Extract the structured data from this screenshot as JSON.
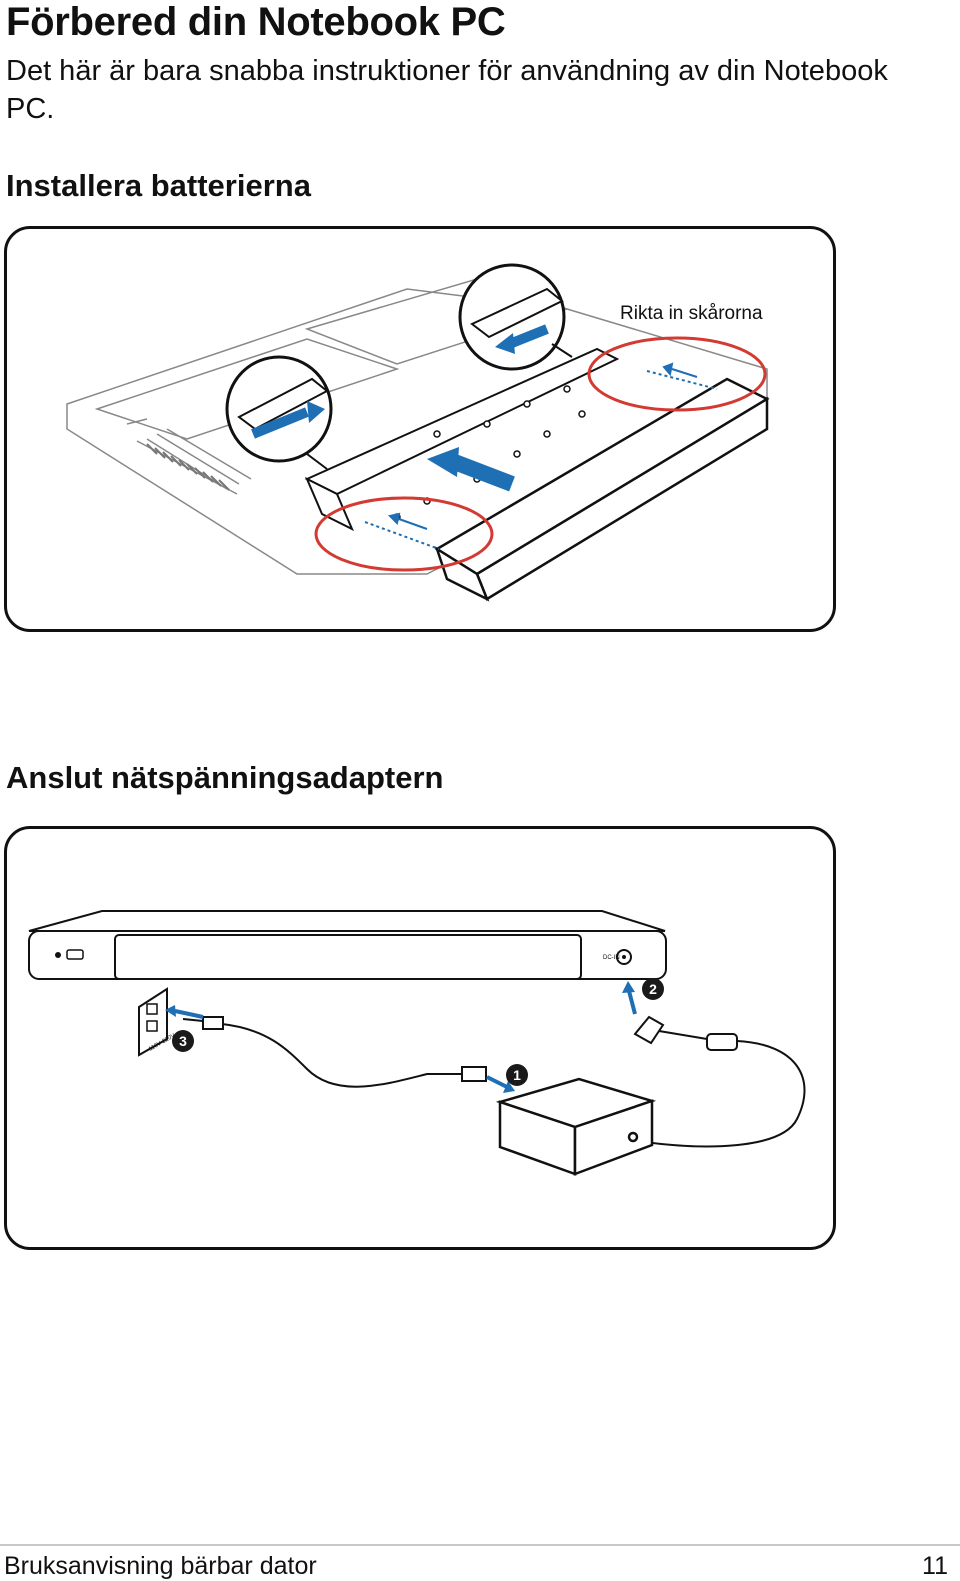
{
  "page": {
    "title": "Förbered din Notebook PC",
    "intro": "Det här är bara snabba instruktioner för användning av din Notebook PC."
  },
  "battery_section": {
    "title": "Installera batterierna",
    "callout": "Rikta in skårorna"
  },
  "adapter_section": {
    "title": "Anslut nätspänningsadaptern",
    "steps": [
      "1",
      "2",
      "3"
    ],
    "outlet_label": "110V-220V",
    "dc_label": "DC-IN"
  },
  "footer": {
    "left": "Bruksanvisning bärbar dator",
    "page_number": "11"
  },
  "colors": {
    "arrow_blue": "#1f6fb5",
    "highlight_red": "#d23a32",
    "line": "#111111"
  }
}
